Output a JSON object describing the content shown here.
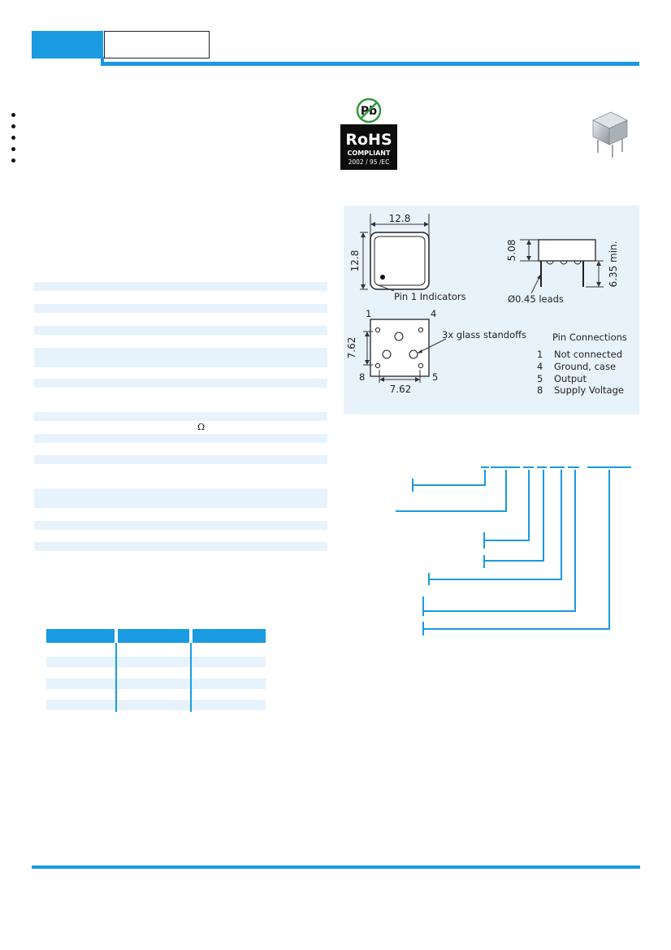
{
  "header": {
    "accent_color": "#1a9ae0",
    "tab_label": "",
    "title_box_text": ""
  },
  "features": {
    "bullet_count": 5,
    "items": [
      "",
      "",
      "",
      "",
      ""
    ]
  },
  "rohs": {
    "pb_symbol": "Pb",
    "mark": "RoHS",
    "compliant": "COMPLIANT",
    "directive": "2002 / 95 /EC"
  },
  "drawing": {
    "width_dim": "12.8",
    "height_dim": "12.8",
    "pin1_label": "Pin 1 Indicators",
    "body_height_dim": "5.08",
    "lead_length_dim": "6.35 min.",
    "lead_diameter_label": "Ø0.45 leads",
    "pin_spacing_v": "7.62",
    "pin_spacing_h": "7.62",
    "standoffs_label": "3x glass standoffs",
    "corner_pins": [
      "1",
      "4",
      "8",
      "5"
    ],
    "pin_connections_title": "Pin Connections",
    "pin_connections": [
      {
        "pin": "1",
        "function": "Not connected"
      },
      {
        "pin": "4",
        "function": "Ground, case"
      },
      {
        "pin": "5",
        "function": "Output"
      },
      {
        "pin": "8",
        "function": "Supply Voltage"
      }
    ]
  },
  "spec_table": {
    "ohm_symbol": "Ω"
  }
}
